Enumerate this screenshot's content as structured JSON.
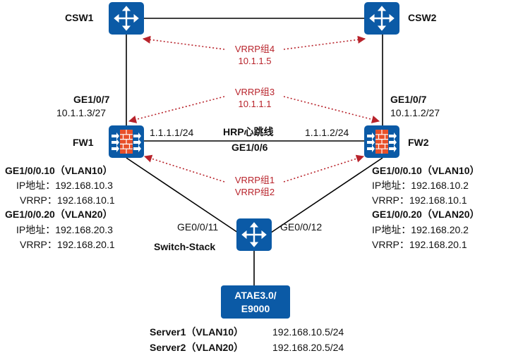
{
  "nodes": {
    "csw1": "CSW1",
    "csw2": "CSW2",
    "fw1": "FW1",
    "fw2": "FW2",
    "switch_stack": "Switch-Stack",
    "atae": [
      "ATAE3.0/",
      "E9000"
    ]
  },
  "links": {
    "csw1_fw1_port": "GE1/0/7",
    "csw1_fw1_ip": "10.1.1.3/27",
    "csw2_fw2_port": "GE1/0/7",
    "csw2_fw2_ip": "10.1.1.2/27",
    "hrp_title": "HRP心跳线",
    "hrp_port": "GE1/0/6",
    "hrp_fw1_ip": "1.1.1.1/24",
    "hrp_fw2_ip": "1.1.1.2/24",
    "sw_fw1_port": "GE0/0/11",
    "sw_fw2_port": "GE0/0/12"
  },
  "vrrp": {
    "group4": "VRRP组4",
    "group4_ip": "10.1.1.5",
    "group3": "VRRP组3",
    "group3_ip": "10.1.1.1",
    "group1": "VRRP组1",
    "group2": "VRRP组2"
  },
  "fw1_info": {
    "if1": "GE1/0/0.10（VLAN10）",
    "if1_ip": "IP地址：192.168.10.3",
    "if1_vrrp": "VRRP：192.168.10.1",
    "if2": "GE1/0/0.20（VLAN20）",
    "if2_ip": "IP地址：192.168.20.3",
    "if2_vrrp": "VRRP：192.168.20.1"
  },
  "fw2_info": {
    "if1": "GE1/0/0.10（VLAN10）",
    "if1_ip": "IP地址：192.168.10.2",
    "if1_vrrp": "VRRP：192.168.10.1",
    "if2": "GE1/0/0.20（VLAN20）",
    "if2_ip": "IP地址：192.168.20.2",
    "if2_vrrp": "VRRP：192.168.20.1"
  },
  "servers": [
    {
      "name": "Server1（VLAN10）",
      "ip": "192.168.10.5/24"
    },
    {
      "name": "Server2（VLAN20）",
      "ip": "192.168.20.5/24"
    }
  ],
  "colors": {
    "device_blue": "#0b5aa6",
    "vrrp_red": "#b8232b",
    "firewall_orange": "#e8502a"
  },
  "icons": {
    "switch": "switch-router-arrows-icon",
    "firewall": "firewall-brick-icon"
  }
}
